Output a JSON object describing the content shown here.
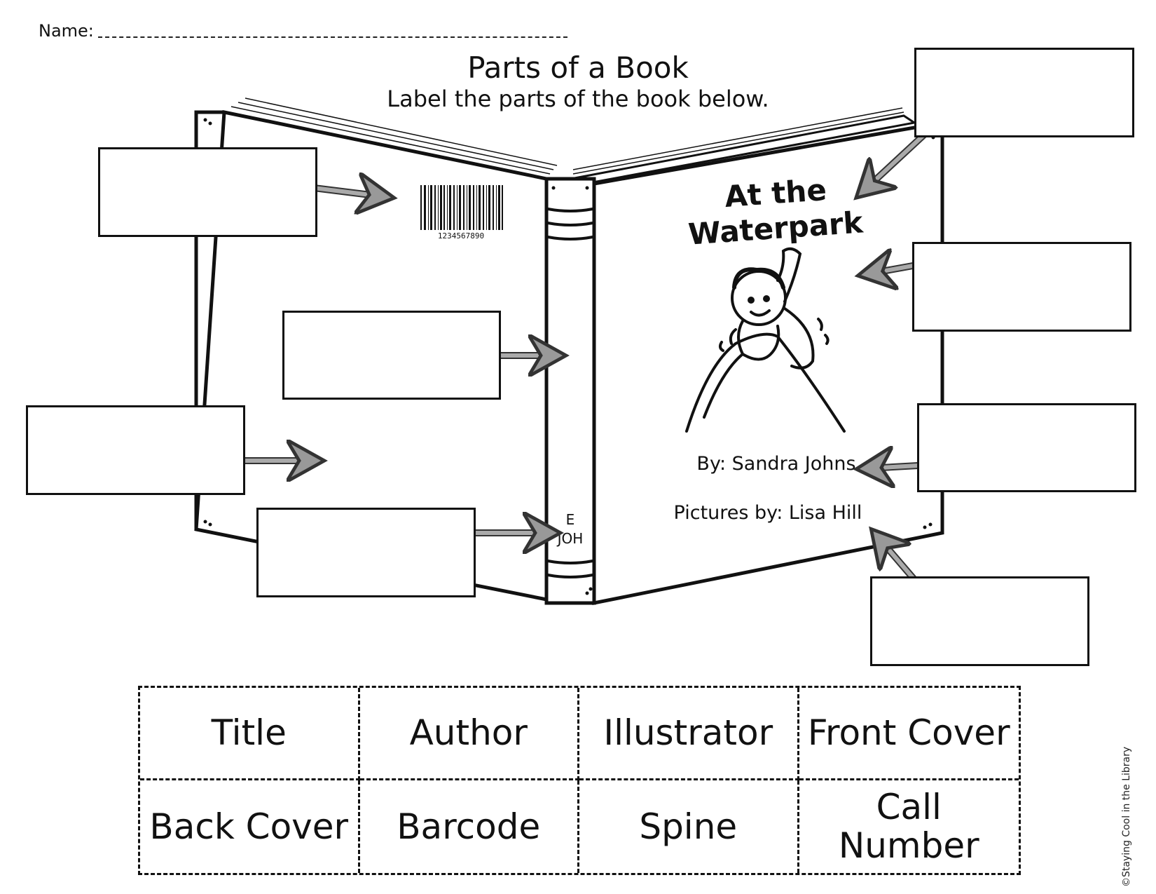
{
  "header": {
    "name_label": "Name:",
    "title": "Parts of a Book",
    "instructions": "Label the parts of the book below."
  },
  "book": {
    "cover_title_line1": "At the",
    "cover_title_line2": "Waterpark",
    "author_line": "By:  Sandra Johns",
    "illustrator_line": "Pictures by: Lisa Hill",
    "barcode_number": "1234567890",
    "call_number_line1": "E",
    "call_number_line2": "JOH"
  },
  "word_bank": [
    "Title",
    "Author",
    "Illustrator",
    "Front Cover",
    "Back Cover",
    "Barcode",
    "Spine",
    "Call Number"
  ],
  "copyright": "©Staying Cool in the Library"
}
